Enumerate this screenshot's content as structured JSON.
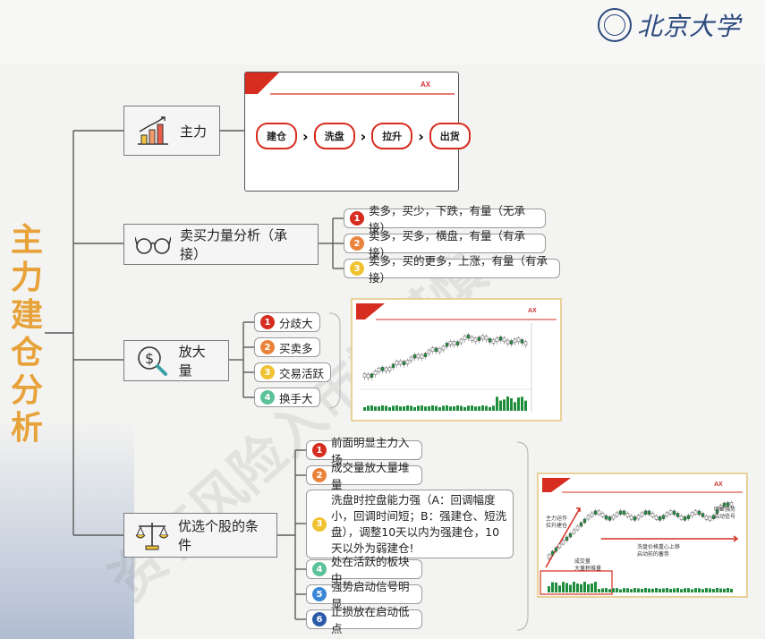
{
  "logo": {
    "text": "北京大学"
  },
  "side_title": [
    "主",
    "力",
    "建",
    "仓",
    "分",
    "析"
  ],
  "watermark": "资有风险入市需谨慎",
  "branches": [
    {
      "label": "主力",
      "icon": "bar-chart-icon"
    },
    {
      "label": "卖买力量分析（承接）",
      "icon": "glasses-icon"
    },
    {
      "label": "放大量",
      "icon": "dollar-magnifier-icon"
    },
    {
      "label": "优选个股的条件",
      "icon": "balance-scale-icon"
    }
  ],
  "flow": {
    "steps": [
      "建仓",
      "洗盘",
      "拉升",
      "出货"
    ],
    "arrow": "›"
  },
  "power_items": [
    {
      "num": "1",
      "text": "卖多，买少，下跌，有量（无承接）"
    },
    {
      "num": "2",
      "text": "卖多，买多，横盘，有量（有承接）"
    },
    {
      "num": "3",
      "text": "卖多，买的更多，上涨，有量（有承接）"
    }
  ],
  "volume_items": [
    {
      "num": "1",
      "text": "分歧大"
    },
    {
      "num": "2",
      "text": "买卖多"
    },
    {
      "num": "3",
      "text": "交易活跃"
    },
    {
      "num": "4",
      "text": "换手大"
    }
  ],
  "stock_items": [
    {
      "num": "1",
      "text": "前面明显主力入场"
    },
    {
      "num": "2",
      "text": "成交量放大量堆量"
    },
    {
      "num": "3",
      "text": "洗盘时控盘能力强（A：回调幅度小，回调时间短；B：强建仓、短洗盘），调整10天以内为强建仓，10天以外为弱建仓!"
    },
    {
      "num": "4",
      "text": "处在活跃的板块中"
    },
    {
      "num": "5",
      "text": "强势启动信号明显"
    },
    {
      "num": "6",
      "text": "止损放在启动低点"
    }
  ],
  "chart2": {
    "left_note": "主力运作\n拉升建仓",
    "mid_note": "洗盘价格重心上移\n启动前的蓄势",
    "right_note": "明显强势\n启动信号",
    "vol_note": "成交量\n大量积堆量"
  },
  "colors": {
    "accent_red": "#d62d20",
    "title_orange": "#e7a23a",
    "brand_navy": "#2c4a7e"
  }
}
